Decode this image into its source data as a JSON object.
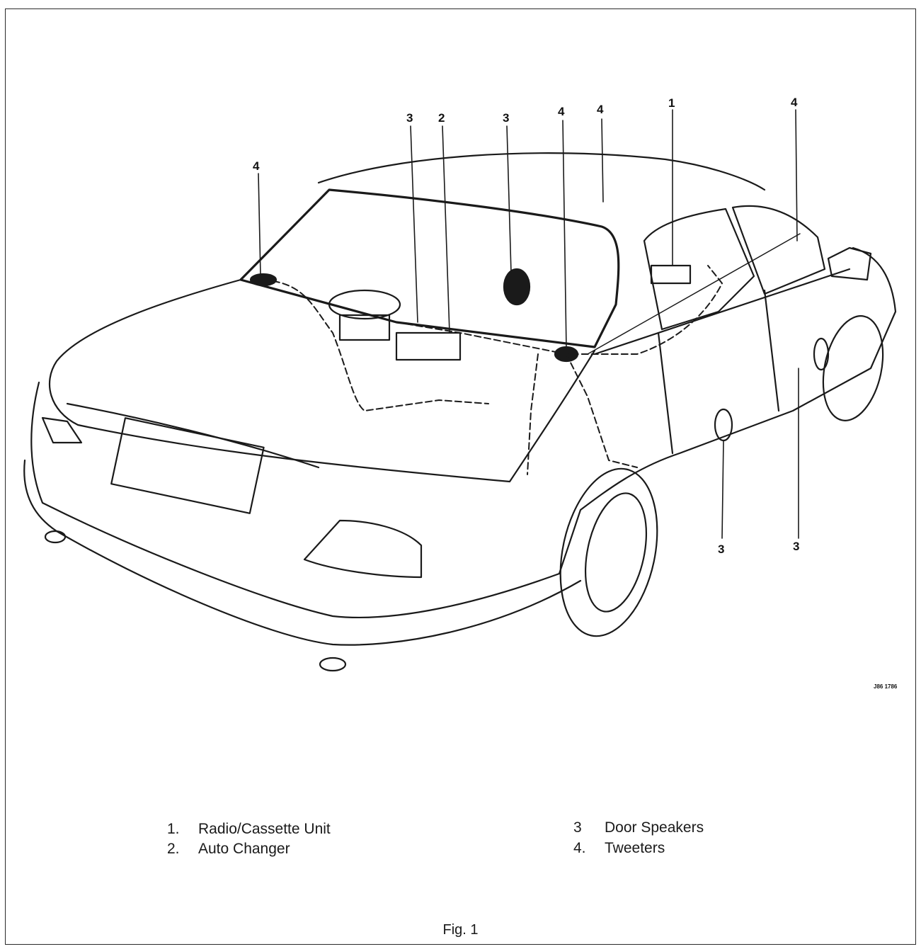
{
  "figure": {
    "caption": "Fig. 1",
    "reference_code": "J86 1786",
    "callouts": [
      "3",
      "2",
      "3",
      "4",
      "4",
      "1",
      "4",
      "4",
      "3",
      "3"
    ]
  },
  "legend": {
    "left": [
      {
        "number": "1.",
        "label": "Radio/Cassette Unit"
      },
      {
        "number": "2.",
        "label": "Auto Changer"
      }
    ],
    "right": [
      {
        "number": "3",
        "label": "Door Speakers"
      },
      {
        "number": "4.",
        "label": "Tweeters"
      }
    ]
  },
  "colors": {
    "ink": "#1a1a1a",
    "paper": "#ffffff"
  }
}
